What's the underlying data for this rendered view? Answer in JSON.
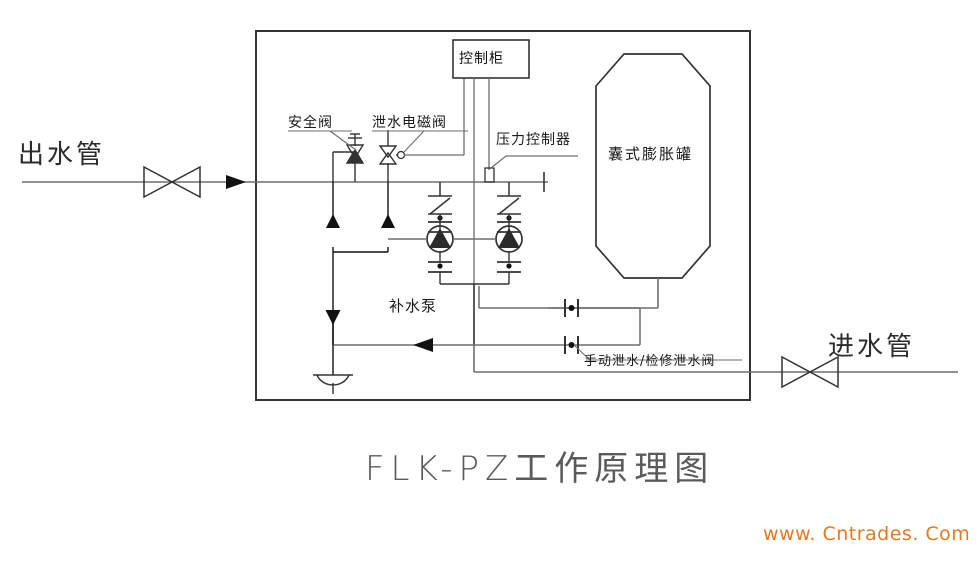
{
  "diagram": {
    "title": "FLK-PZ工作原理图",
    "watermark": "www. Cntrades. Com",
    "colors": {
      "line": "#3a3a3a",
      "line_light": "#6e6e6e",
      "text": "#1a1a1a",
      "title": "#5a5a5a",
      "watermark": "#e8781e",
      "background": "#ffffff"
    },
    "labels": {
      "outlet_pipe": "出水管",
      "inlet_pipe": "进水管",
      "safety_valve": "安全阀",
      "drain_solenoid_valve": "泄水电磁阀",
      "control_cabinet": "控制柜",
      "pressure_controller": "压力控制器",
      "expansion_tank": "囊式膨胀罐",
      "makeup_water_pump": "补水泵",
      "manual_drain_valve": "手动泄水/检修泄水阀"
    },
    "components": [
      {
        "name": "outlet-gate-valve",
        "type": "gate-valve",
        "label": ""
      },
      {
        "name": "inlet-gate-valve",
        "type": "gate-valve",
        "label": ""
      },
      {
        "name": "safety-valve",
        "type": "safety-valve",
        "label": "安全阀"
      },
      {
        "name": "drain-solenoid-valve",
        "type": "solenoid-valve",
        "label": "泄水电磁阀"
      },
      {
        "name": "control-cabinet",
        "type": "box",
        "label": "控制柜"
      },
      {
        "name": "pressure-controller",
        "type": "sensor",
        "label": "压力控制器"
      },
      {
        "name": "expansion-tank",
        "type": "vessel",
        "label": "囊式膨胀罐"
      },
      {
        "name": "pump-1",
        "type": "centrifugal-pump",
        "label": "补水泵"
      },
      {
        "name": "pump-2",
        "type": "centrifugal-pump",
        "label": "补水泵"
      },
      {
        "name": "manual-drain-valve-1",
        "type": "gate-valve",
        "label": "手动泄水/检修泄水阀"
      },
      {
        "name": "manual-drain-valve-2",
        "type": "gate-valve",
        "label": "手动泄水/检修泄水阀"
      },
      {
        "name": "floor-drain",
        "type": "funnel-drain",
        "label": ""
      }
    ]
  }
}
